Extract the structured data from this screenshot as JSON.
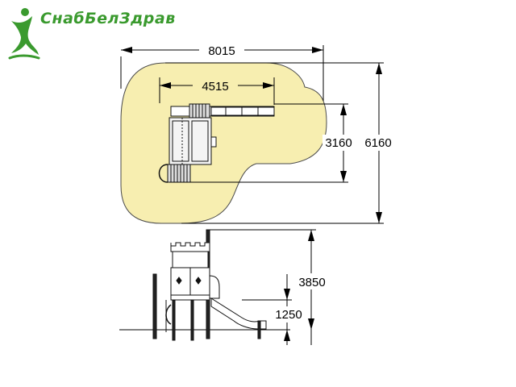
{
  "brand": {
    "name": "СнабБелЗдрав",
    "logo_icon": "running-figure-icon",
    "color": "#3a9a2e"
  },
  "plan_view": {
    "area_color": "#f7eeb0",
    "dim_total_width": "8015",
    "dim_inner_width": "4515",
    "dim_inner_depth": "3160",
    "dim_total_depth": "6160"
  },
  "elevation_view": {
    "dim_total_height": "3850",
    "dim_platform_height": "1250"
  }
}
